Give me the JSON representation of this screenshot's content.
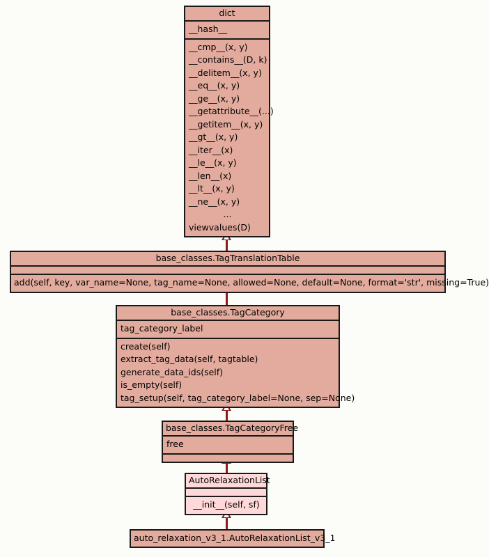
{
  "diagram": {
    "kind": "uml-class-diagram",
    "background_color": "#fcfdf8",
    "class_fill_color": "#e3ab9d",
    "class_fill_color_light": "#ffd9d9",
    "border_color": "#191919",
    "connector_color": "#8b1a1a",
    "relationship": "generalization"
  },
  "classes": [
    {
      "name": "dict",
      "attributes": [
        "__hash__"
      ],
      "methods": [
        "__cmp__(x, y)",
        "__contains__(D, k)",
        "__delitem__(x, y)",
        "__eq__(x, y)",
        "__ge__(x, y)",
        "__getattribute__(...)",
        "__getitem__(x, y)",
        "__gt__(x, y)",
        "__iter__(x)",
        "__le__(x, y)",
        "__len__(x)",
        "__lt__(x, y)",
        "__ne__(x, y)",
        "...",
        "viewvalues(D)"
      ]
    },
    {
      "name": "base_classes.TagTranslationTable",
      "attributes": [],
      "methods": [
        "add(self, key, var_name=None, tag_name=None, allowed=None, default=None, format='str', missing=True)"
      ]
    },
    {
      "name": "base_classes.TagCategory",
      "attributes": [
        "tag_category_label"
      ],
      "methods": [
        "create(self)",
        "extract_tag_data(self, tagtable)",
        "generate_data_ids(self)",
        "is_empty(self)",
        "tag_setup(self, tag_category_label=None, sep=None)"
      ]
    },
    {
      "name": "base_classes.TagCategoryFree",
      "attributes": [
        "free"
      ],
      "methods": []
    },
    {
      "name": "AutoRelaxationList",
      "attributes": [],
      "methods": [
        "__init__(self, sf)"
      ]
    },
    {
      "name": "auto_relaxation_v3_1.AutoRelaxationList_v3_1",
      "attributes": [],
      "methods": []
    }
  ],
  "connectors": [
    {
      "from": "base_classes.TagTranslationTable",
      "to": "dict",
      "type": "generalization"
    },
    {
      "from": "base_classes.TagCategory",
      "to": "base_classes.TagTranslationTable",
      "type": "generalization"
    },
    {
      "from": "base_classes.TagCategoryFree",
      "to": "base_classes.TagCategory",
      "type": "generalization"
    },
    {
      "from": "AutoRelaxationList",
      "to": "base_classes.TagCategoryFree",
      "type": "generalization"
    },
    {
      "from": "auto_relaxation_v3_1.AutoRelaxationList_v3_1",
      "to": "AutoRelaxationList",
      "type": "generalization"
    }
  ]
}
